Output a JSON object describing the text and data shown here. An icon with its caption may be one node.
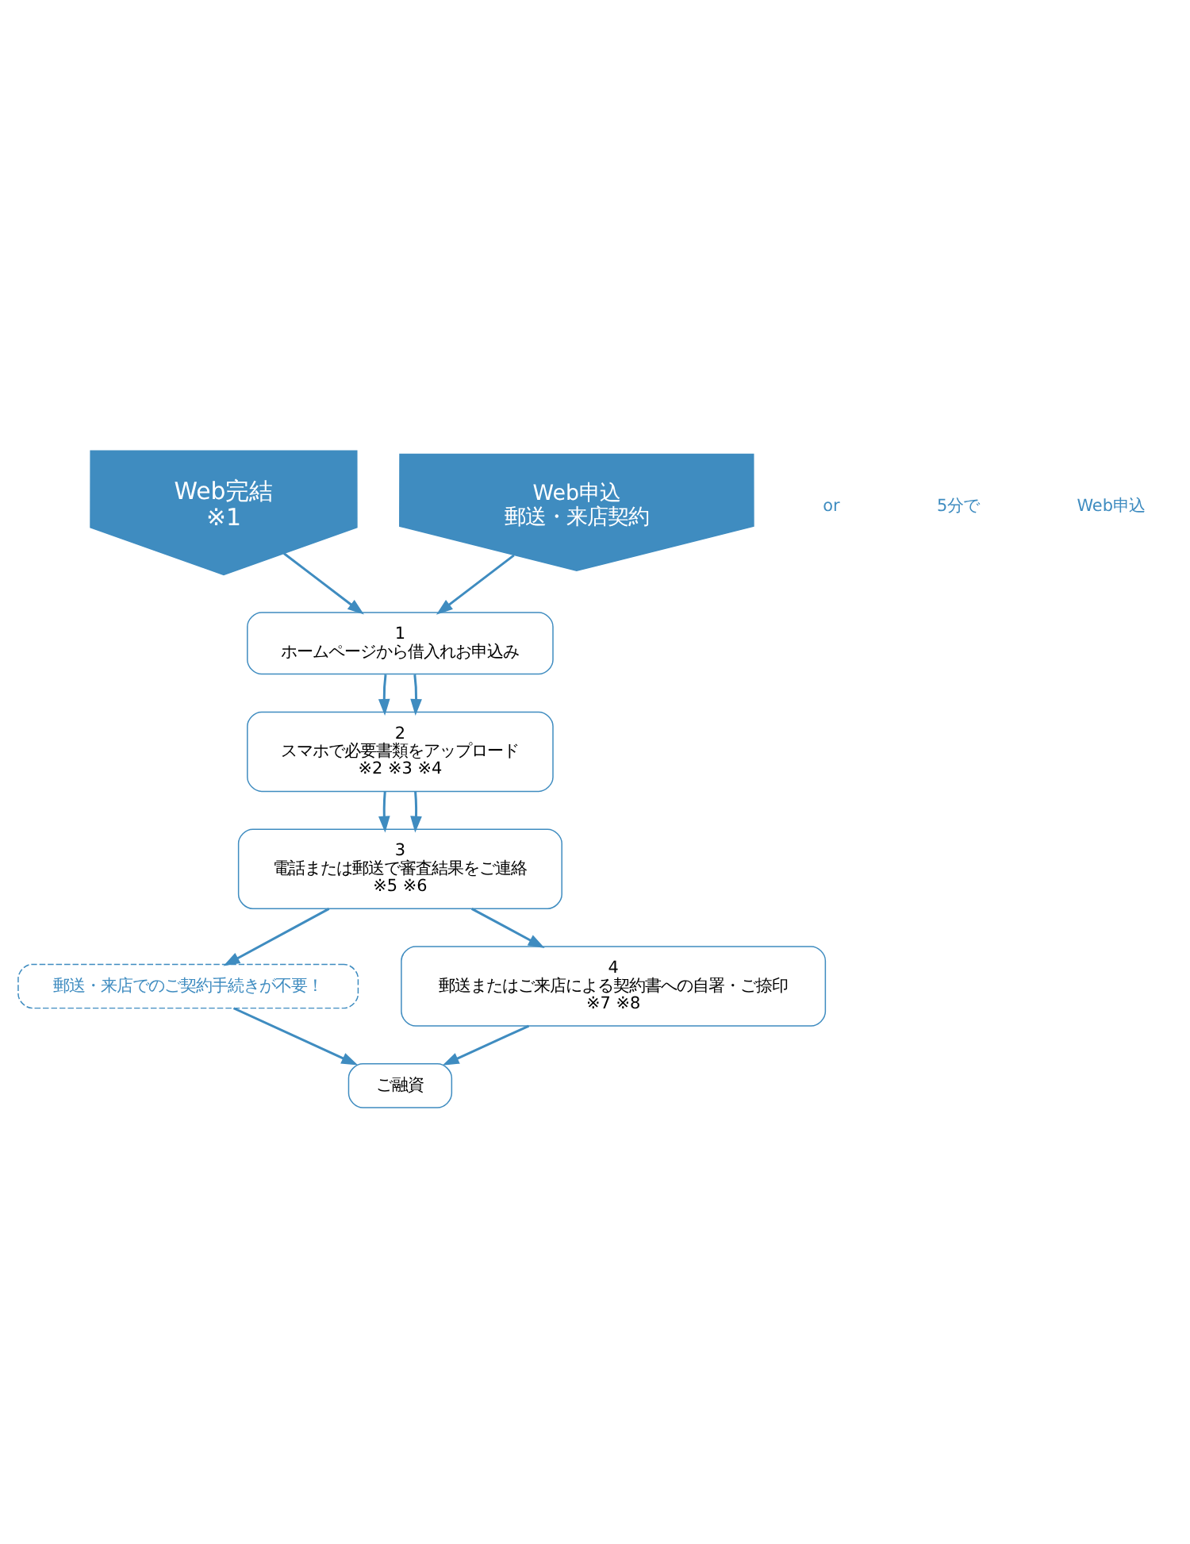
{
  "diagram": {
    "nodes": [
      {
        "text": [
          "Web完結",
          "※1"
        ]
      },
      {
        "text": [
          "Web申込",
          "郵送・来店契約"
        ]
      },
      {
        "text": [
          "1",
          "ホームページから借入れお申込み"
        ]
      },
      {
        "text": [
          "2",
          "スマホで必要書類をアップロード",
          "※2 ※3 ※4"
        ]
      },
      {
        "text": [
          "3",
          "電話または郵送で審査結果をご連絡",
          "※5 ※6"
        ]
      },
      {
        "text": [
          "郵送・来店でのご契約手続きが不要！"
        ]
      },
      {
        "text": [
          "4",
          "郵送またはご来店による契約書への自署・ご捺印",
          "※7 ※8"
        ]
      },
      {
        "text": [
          "ご融資"
        ]
      }
    ],
    "edges": [
      {
        "from": 0,
        "to": 2,
        "arrow": "to"
      },
      {
        "from": 1,
        "to": 2,
        "arrow": "to"
      },
      {
        "from": 2,
        "to": 3,
        "arrow": "to"
      },
      {
        "from": 2,
        "to": 3,
        "arrow": "to"
      },
      {
        "from": 3,
        "to": 4,
        "arrow": "to"
      },
      {
        "from": 3,
        "to": 4,
        "arrow": "to"
      },
      {
        "from": 4,
        "to": 5,
        "arrow": "to"
      },
      {
        "from": 4,
        "to": 6,
        "arrow": "to"
      },
      {
        "from": 5,
        "to": 7,
        "arrow": "to"
      },
      {
        "from": 6,
        "to": 7,
        "arrow": "to"
      }
    ],
    "labels": [
      "or",
      "5分で",
      "Web申込"
    ]
  }
}
